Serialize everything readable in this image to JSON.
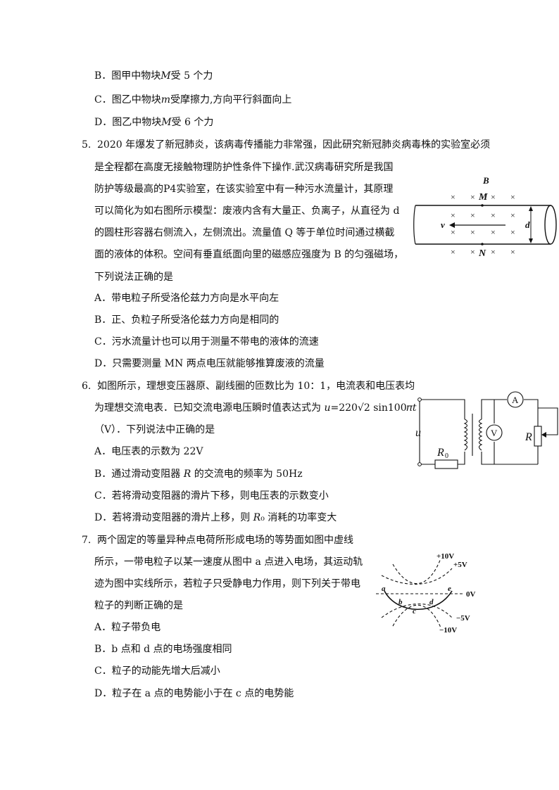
{
  "q4": {
    "opt_b": "B．图甲中物块𝑀受 5 个力",
    "opt_c": "C．图乙中物块𝑚受摩擦力,方向平行斜面向上",
    "opt_d": "D．图乙中物块𝑀受 6 个力"
  },
  "q5": {
    "number": "5.",
    "lines": [
      "2020 年爆发了新冠肺炎，该病毒传播能力非常强，因此研究新冠肺炎病毒株的实验室必须",
      "是全程都在高度无接触物理防护性条件下操作.武汉病毒研究所是我国",
      "防护等级最高的P4实验室，在该实验室中有一种污水流量计，其原理",
      "可以简化为如右图所示模型：废液内含有大量正、负离子，从直径为 d",
      "的圆柱形容器右侧流入，左侧流出。流量值 Q 等于单位时间通过横截",
      "面的液体的体积。空间有垂直纸面向里的磁感应强度为 B 的匀强磁场，",
      "下列说法正确的是"
    ],
    "opt_a": "A．带电粒子所受洛伦兹力方向是水平向左",
    "opt_b": "B．正、负粒子所受洛伦兹力方向是相同的",
    "opt_c": "C．污水流量计也可以用于测量不带电的液体的流速",
    "opt_d": "D．只需要测量  MN  两点电压就能够推算废液的流量",
    "fig": {
      "B": "B",
      "M": "M",
      "N": "N",
      "v": "v",
      "d": "d",
      "cross": "×"
    }
  },
  "q6": {
    "number": "6.",
    "line1": "如图所示，理想变压器原、副线圈的匝数比为 10：1，电流表和电压表均",
    "line2": "为理想交流电表．已知交流电源电压瞬时值表达式为 𝑢=220√2 sin100𝜋𝑡",
    "line3": "（V）．下列说法中正确的是",
    "opt_a": "A．电压表的示数为 22V",
    "opt_b": "B．通过滑动变阻器 𝑅 的交流电的频率为 50Hz",
    "opt_c": "C．若将滑动变阻器的滑片下移，则电压表的示数变小",
    "opt_d": "D．若将滑动变阻器的滑片上移，则 𝑅₀ 消耗的功率变大",
    "fig": {
      "u": "u",
      "R0": "R",
      "R0_sub": "0",
      "A": "A",
      "V": "V",
      "R": "R"
    }
  },
  "q7": {
    "number": "7.",
    "lines": [
      "两个固定的等量异种点电荷所形成电场的等势面如图中虚线",
      "所示，一带电粒子以某一速度从图中 a 点进入电场，其运动轨",
      "迹为图中实线所示，若粒子只受静电力作用，则下列关于带电",
      "粒子的判断正确的是"
    ],
    "opt_a": "A．粒子带负电",
    "opt_b": "B．b 点和 d 点的电场强度相同",
    "opt_c": "C．粒子的动能先增大后减小",
    "opt_d": "D．粒子在 a 点的电势能小于在 c 点的电势能",
    "fig": {
      "p10": "+10V",
      "p5": "+5V",
      "zero": "0V",
      "m5": "−5V",
      "m10": "−10V",
      "a": "a",
      "b": "b",
      "c": "c",
      "d": "d",
      "e": "e"
    }
  }
}
